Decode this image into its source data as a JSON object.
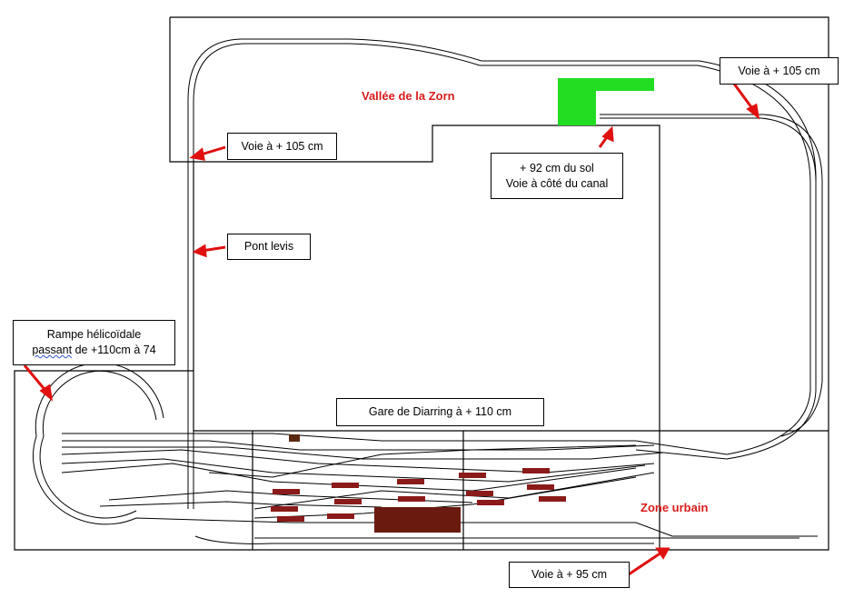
{
  "title_zone": "Vallée de la Zorn",
  "zone_urbain": "Zone urbain",
  "callouts": {
    "voie_105_right": "Voie à + 105 cm",
    "voie_105_left": "Voie à + 105 cm",
    "canal_line1": "+ 92 cm du sol",
    "canal_line2": "Voie à côté du canal",
    "pont_levis": "Pont levis",
    "rampe_line1": "Rampe hélicoïdale",
    "rampe_line2_a": "passant",
    "rampe_line2_b": " de +110cm à 74",
    "gare": "Gare de Diarring à + 110 cm",
    "voie_95": "Voie à + 95 cm"
  },
  "colors": {
    "arrow": "#e01010",
    "label_red": "#d91c1c",
    "canal_green": "#22dd22",
    "wagon": "#8b1a1a"
  }
}
